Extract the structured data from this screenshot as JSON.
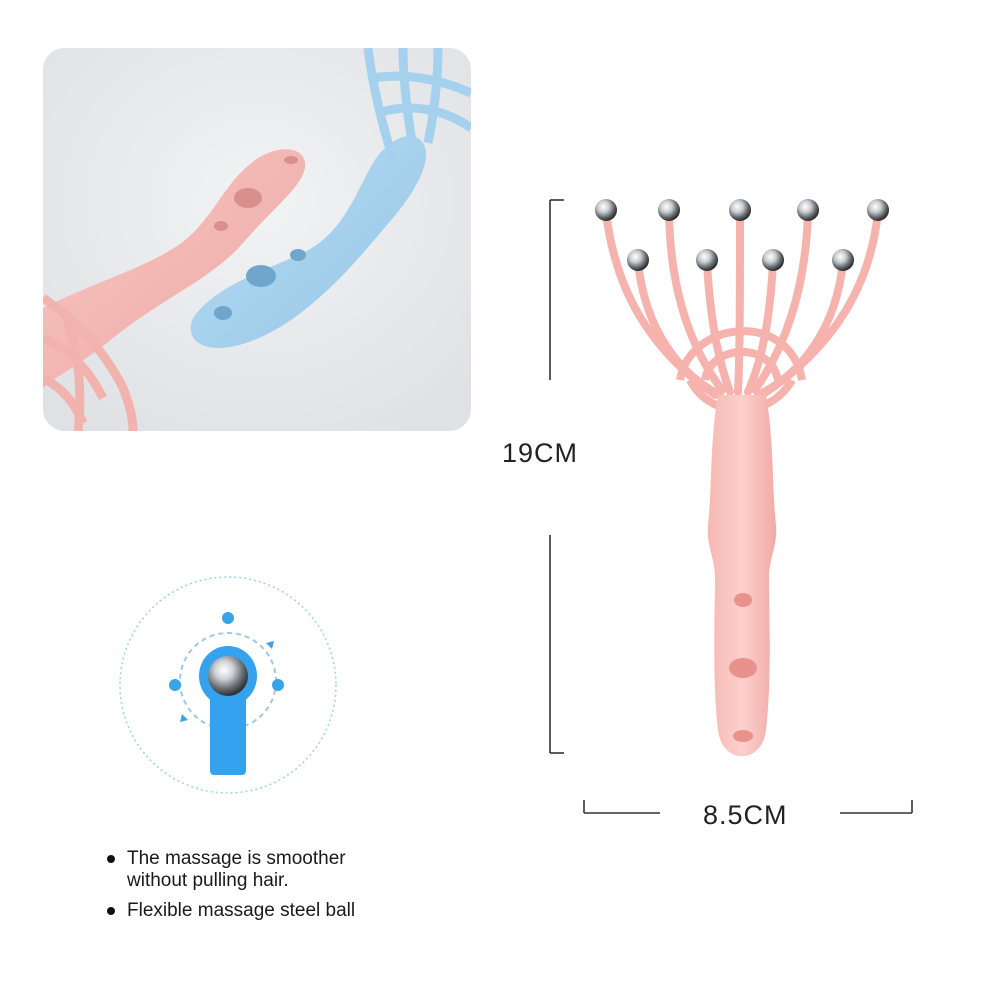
{
  "dimensions": {
    "height": "19CM",
    "width": "8.5CM"
  },
  "features": [
    {
      "text": "The massage is smoother without pulling hair."
    },
    {
      "text": "Flexible massage steel ball"
    }
  ],
  "colors": {
    "pink": "#f4b9b5",
    "blue": "#a9d4ee",
    "accent_blue": "#3aa3e6",
    "panel_bg": "#e6e8eb"
  },
  "icons": [
    "steel-ball-icon",
    "rotation-arrows-icon",
    "bullet-dot-icon"
  ]
}
